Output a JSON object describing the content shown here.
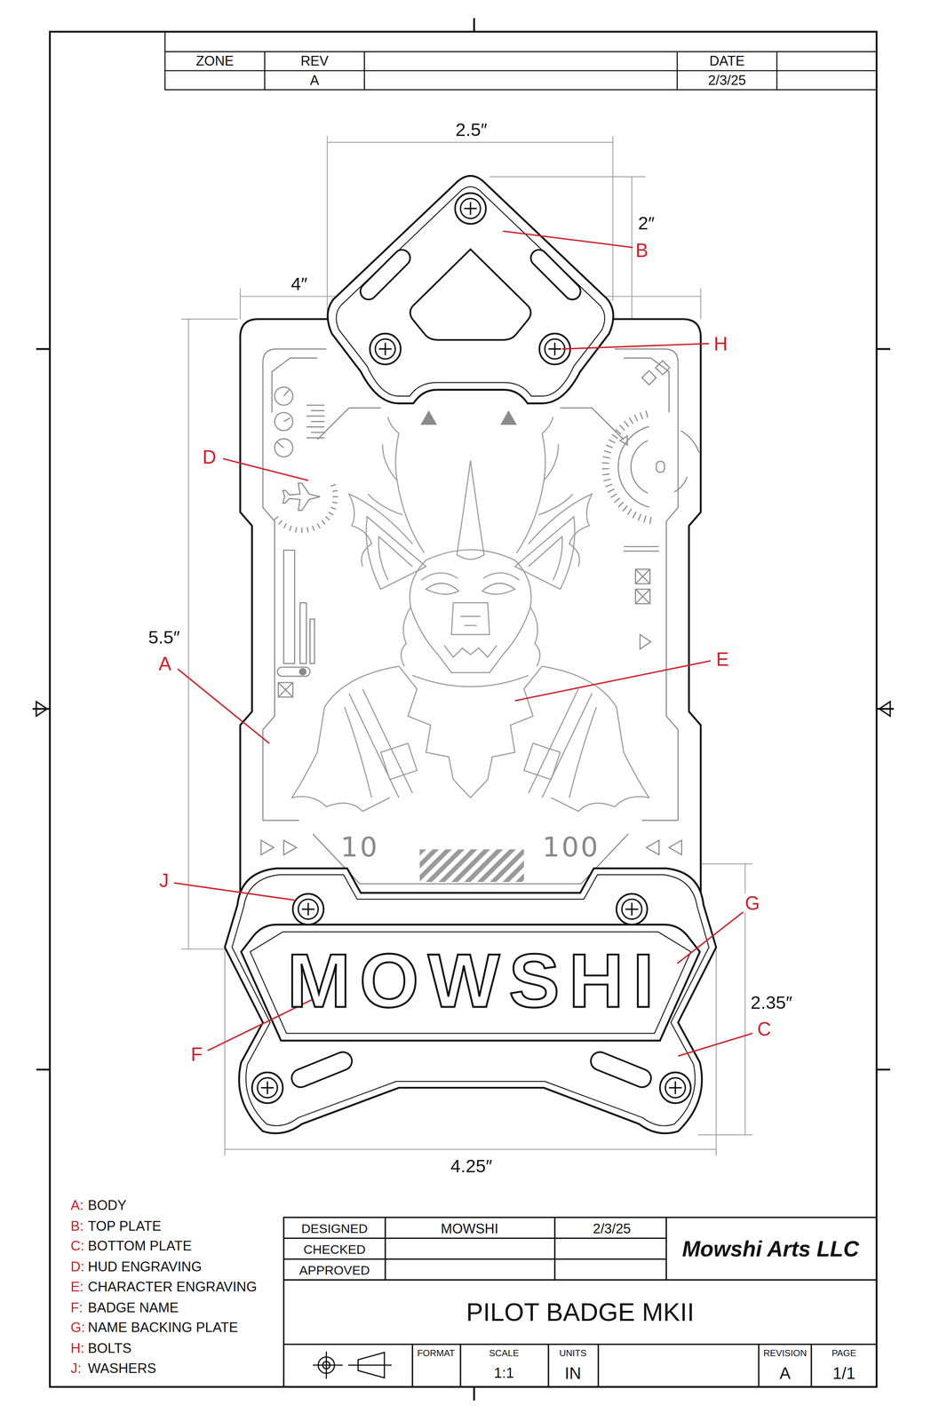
{
  "diagram": {
    "title": "PILOT BADGE MKII",
    "labels": [
      "ZONE",
      "REV",
      "DATE",
      "A",
      "2/3/25",
      "2.5″",
      "2″",
      "B",
      "4″",
      "H",
      "D",
      "5.5″",
      "A",
      "E",
      "10",
      "100",
      "J",
      "G",
      "MOWSHI",
      "2.35″",
      "C",
      "F",
      "4.25″",
      "A:",
      "BODY",
      "B:",
      "TOP PLATE",
      "C:",
      "BOTTOM PLATE",
      "D:",
      "HUD ENGRAVING",
      "E:",
      "CHARACTER ENGRAVING",
      "F:",
      "BADGE NAME",
      "G:",
      "NAME BACKING PLATE",
      "H:",
      "BOLTS",
      "J:",
      "WASHERS",
      "DESIGNED",
      "MOWSHI",
      "2/3/25",
      "CHECKED",
      "APPROVED",
      "Mowshi Arts LLC",
      "FORMAT",
      "SCALE",
      "UNITS",
      "REVISION",
      "PAGE",
      "1:1",
      "IN",
      "A",
      "1/1"
    ]
  }
}
